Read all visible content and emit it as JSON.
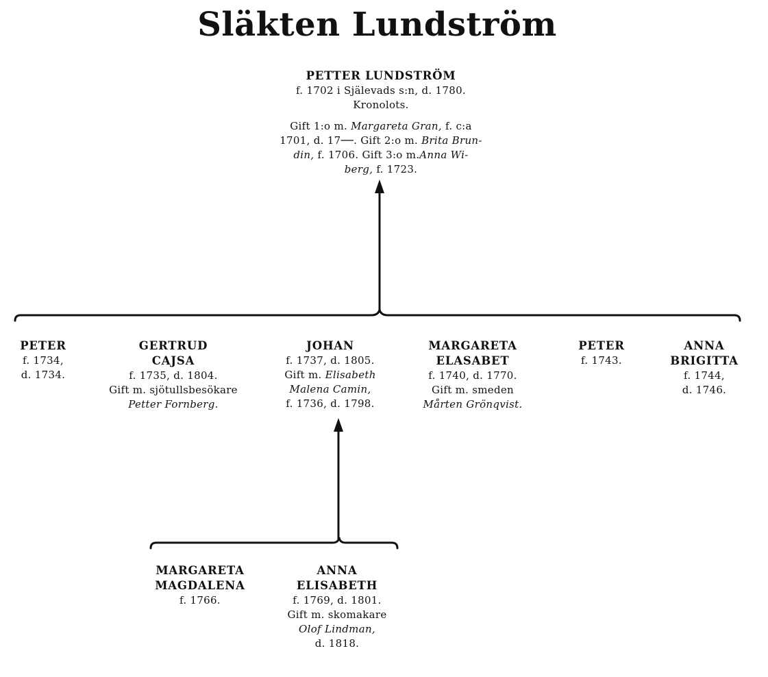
{
  "title": "Släkten Lundström",
  "root": {
    "name": "PETTER LUNDSTRÖM",
    "line1": "f. 1702 i Själevads s:n, d. 1780.",
    "line2": "Kronolots.",
    "marriage": {
      "l1a": "Gift 1:o m. ",
      "l1b": "Margareta Gran,",
      "l1c": " f. c:a",
      "l2a": "1701, d. 17──. Gift 2:o m. ",
      "l2b": "Brita Brun-",
      "l3a": "din,",
      "l3b": " f. 1706. Gift 3:o m.",
      "l3c": "Anna Wi-",
      "l4a": "berg,",
      "l4b": " f. 1723."
    }
  },
  "children": [
    {
      "name": "PETER",
      "l1": "f. 1734,",
      "l2": "d. 1734."
    },
    {
      "name1": "GERTRUD",
      "name2": "CAJSA",
      "l1": "f. 1735, d. 1804.",
      "l2": "Gift m. sjötullsbesökare",
      "l3": "Petter Fornberg."
    },
    {
      "name": "JOHAN",
      "l1": "f. 1737, d. 1805.",
      "l2a": "Gift m. ",
      "l2b": "Elisabeth",
      "l3": "Malena Camin,",
      "l4": "f. 1736, d. 1798."
    },
    {
      "name1": "MARGARETA",
      "name2": "ELASABET",
      "l1": "f. 1740, d. 1770.",
      "l2": "Gift m. smeden",
      "l3": "Mårten Grönqvist."
    },
    {
      "name": "PETER",
      "l1": "f. 1743."
    },
    {
      "name1": "ANNA",
      "name2": "BRIGITTA",
      "l1": "f. 1744,",
      "l2": "d. 1746."
    }
  ],
  "grandchildren": [
    {
      "name1": "MARGARETA",
      "name2": "MAGDALENA",
      "l1": "f. 1766."
    },
    {
      "name1": "ANNA",
      "name2": "ELISABETH",
      "l1": "f. 1769, d. 1801.",
      "l2": "Gift m. skomakare",
      "l3": "Olof Lindman,",
      "l4": "d. 1818."
    }
  ],
  "colors": {
    "ink": "#111111",
    "paper": "#ffffff"
  }
}
